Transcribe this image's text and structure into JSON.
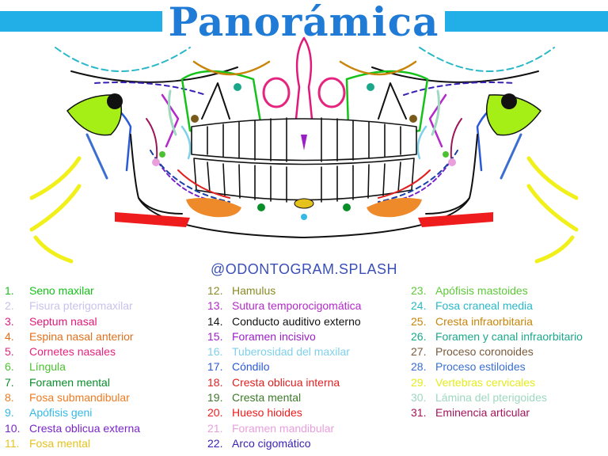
{
  "header": {
    "title": "Panorámica",
    "bar_color": "#22aee6",
    "title_color": "#1f7bd6"
  },
  "watermark": "@ODONTOGRAM.SPLASH",
  "legend": {
    "column1": [
      {
        "num": "1.",
        "label": "Seno maxilar",
        "color": "#15c21a"
      },
      {
        "num": "2.",
        "label": "Fisura pterigomaxilar",
        "color": "#c9c2ec"
      },
      {
        "num": "3.",
        "label": "Septum nasal",
        "color": "#e0197a"
      },
      {
        "num": "4.",
        "label": "Espina nasal anterior",
        "color": "#e0701d"
      },
      {
        "num": "5.",
        "label": "Cornetes nasales",
        "color": "#e4247e"
      },
      {
        "num": "6.",
        "label": "Língula",
        "color": "#4cc232"
      },
      {
        "num": "7.",
        "label": "Foramen mental",
        "color": "#0a8e2a"
      },
      {
        "num": "8.",
        "label": "Fosa submandibular",
        "color": "#ee7b22"
      },
      {
        "num": "9.",
        "label": "Apófisis geni",
        "color": "#35b8e6"
      },
      {
        "num": "10.",
        "label": "Cresta oblicua externa",
        "color": "#7a25c9"
      },
      {
        "num": "11.",
        "label": "Fosa mental",
        "color": "#e6c21c"
      }
    ],
    "column2": [
      {
        "num": "12.",
        "label": "Hamulus",
        "color": "#8a8a25"
      },
      {
        "num": "13.",
        "label": "Sutura temporocigomática",
        "color": "#b329c9"
      },
      {
        "num": "14.",
        "label": "Conducto auditivo externo",
        "color": "#111111"
      },
      {
        "num": "15.",
        "label": "Foramen incisivo",
        "color": "#9b1fc6"
      },
      {
        "num": "16.",
        "label": "Tuberosidad del maxilar",
        "color": "#7fd0ea"
      },
      {
        "num": "17.",
        "label": "Cóndilo",
        "color": "#2a5ad8"
      },
      {
        "num": "18.",
        "label": "Cresta oblicua interna",
        "color": "#e02020"
      },
      {
        "num": "19.",
        "label": "Cresta mental",
        "color": "#3c7a2a"
      },
      {
        "num": "20.",
        "label": "Hueso hioides",
        "color": "#ee1c1c"
      },
      {
        "num": "21.",
        "label": "Foramen mandibular",
        "color": "#e8a0dc"
      },
      {
        "num": "22.",
        "label": "Arco cigomático",
        "color": "#3a1fb5"
      }
    ],
    "column3": [
      {
        "num": "23.",
        "label": "Apófisis mastoides",
        "color": "#5ec93a"
      },
      {
        "num": "24.",
        "label": "Fosa craneal media",
        "color": "#2bb8c8"
      },
      {
        "num": "25.",
        "label": "Cresta infraorbitaria",
        "color": "#c8850a"
      },
      {
        "num": "26.",
        "label": "Foramen          y          canal infraorbitario",
        "color": "#1aa88a"
      },
      {
        "num": "27.",
        "label": "Proceso coronoides",
        "color": "#7a5a3a"
      },
      {
        "num": "28.",
        "label": "Proceso estiloides",
        "color": "#3a6fd0"
      },
      {
        "num": "29.",
        "label": "Vertebras cervicales",
        "color": "#e6ec1c"
      },
      {
        "num": "30.",
        "label": "Lámina del pterigoides",
        "color": "#9ed8c0"
      },
      {
        "num": "31.",
        "label": "Eminencia articular",
        "color": "#a0155a"
      }
    ]
  }
}
